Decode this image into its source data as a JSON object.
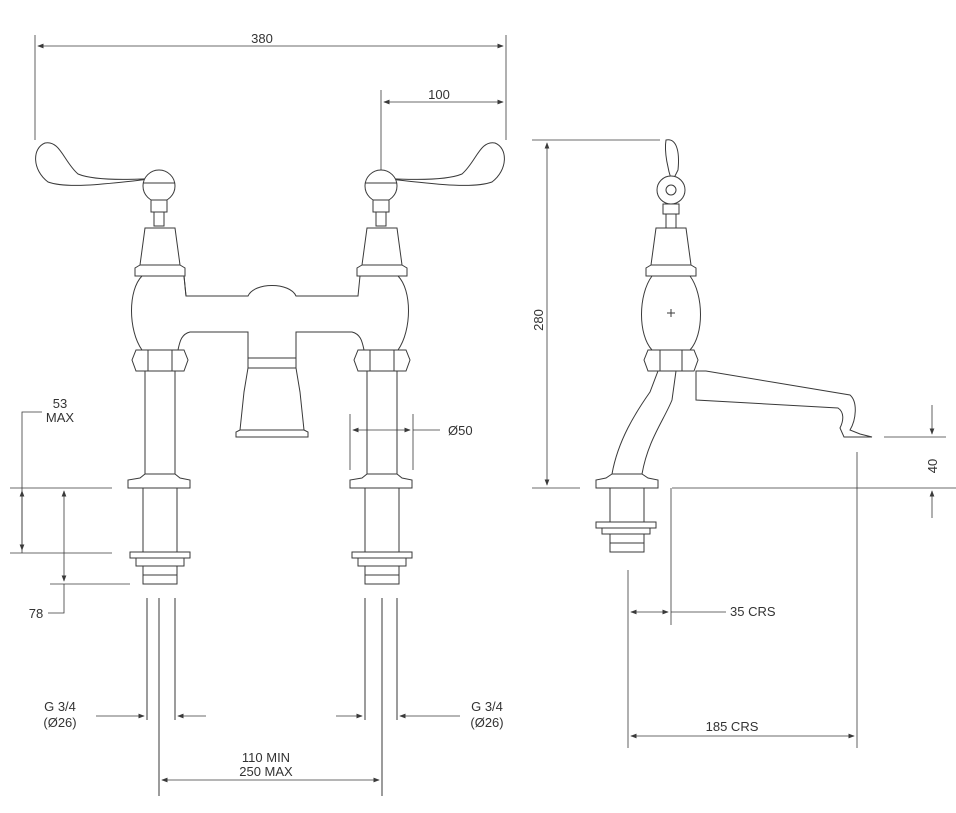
{
  "drawing": {
    "labels": {
      "width_overall": "380",
      "handle_offset": "100",
      "height_overall": "280",
      "body_diameter": "Ø50",
      "deck_max_line1": "53",
      "deck_max_line2": "MAX",
      "shank_length": "78",
      "thread_left_line1": "G 3/4",
      "thread_left_line2": "(Ø26)",
      "thread_right_line1": "G 3/4",
      "thread_right_line2": "(Ø26)",
      "centres_line1": "110 MIN",
      "centres_line2": "250 MAX",
      "spout_height": "40",
      "centres_35": "35 CRS",
      "centres_185": "185 CRS"
    }
  }
}
